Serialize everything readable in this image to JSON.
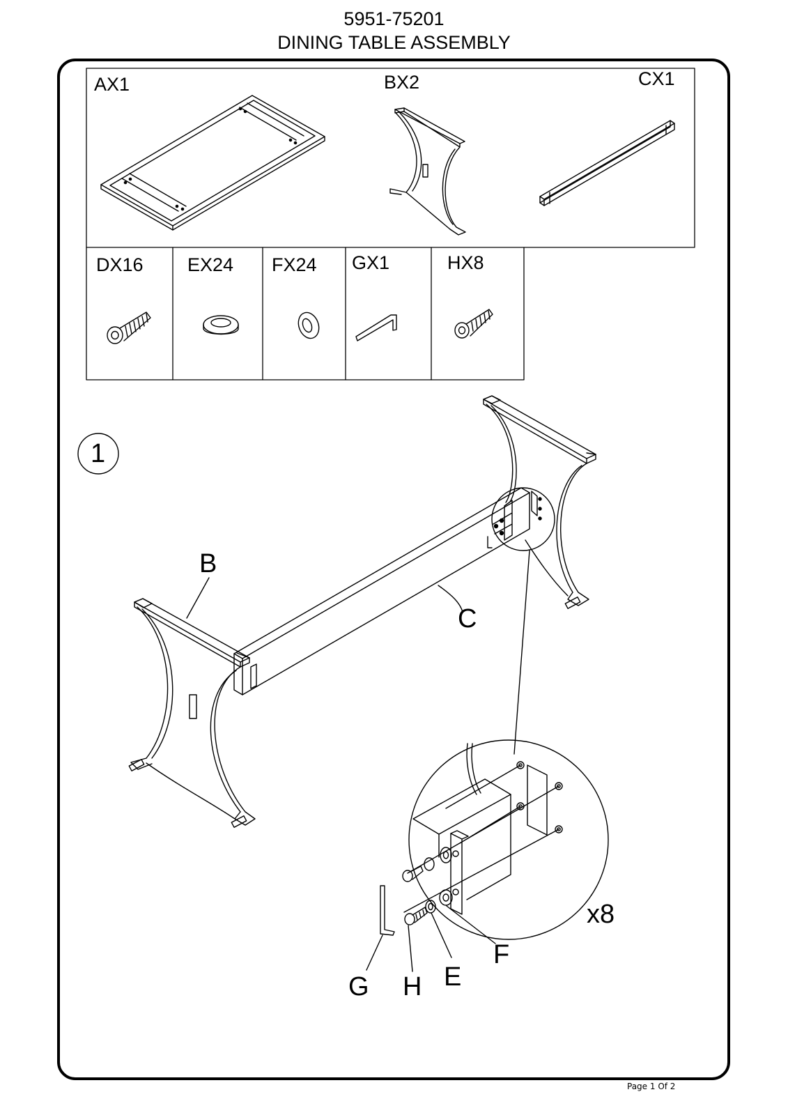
{
  "header": {
    "part_number": "5951-75201",
    "title": "DINING TABLE ASSEMBLY"
  },
  "parts": [
    {
      "label": "AX1",
      "name": "table-top"
    },
    {
      "label": "BX2",
      "name": "leg-frame"
    },
    {
      "label": "CX1",
      "name": "stretcher"
    },
    {
      "label": "DX16",
      "name": "bolt"
    },
    {
      "label": "EX24",
      "name": "split-lock-washer"
    },
    {
      "label": "FX24",
      "name": "flat-washer"
    },
    {
      "label": "GX1",
      "name": "allen-key"
    },
    {
      "label": "HX8",
      "name": "short-bolt"
    }
  ],
  "step": {
    "number": "1",
    "callouts": {
      "b": "B",
      "c": "C",
      "e": "E",
      "f": "F",
      "g": "G",
      "h": "H"
    },
    "quantity": "x8"
  },
  "footer": {
    "page": "Page 1 Of 2"
  }
}
